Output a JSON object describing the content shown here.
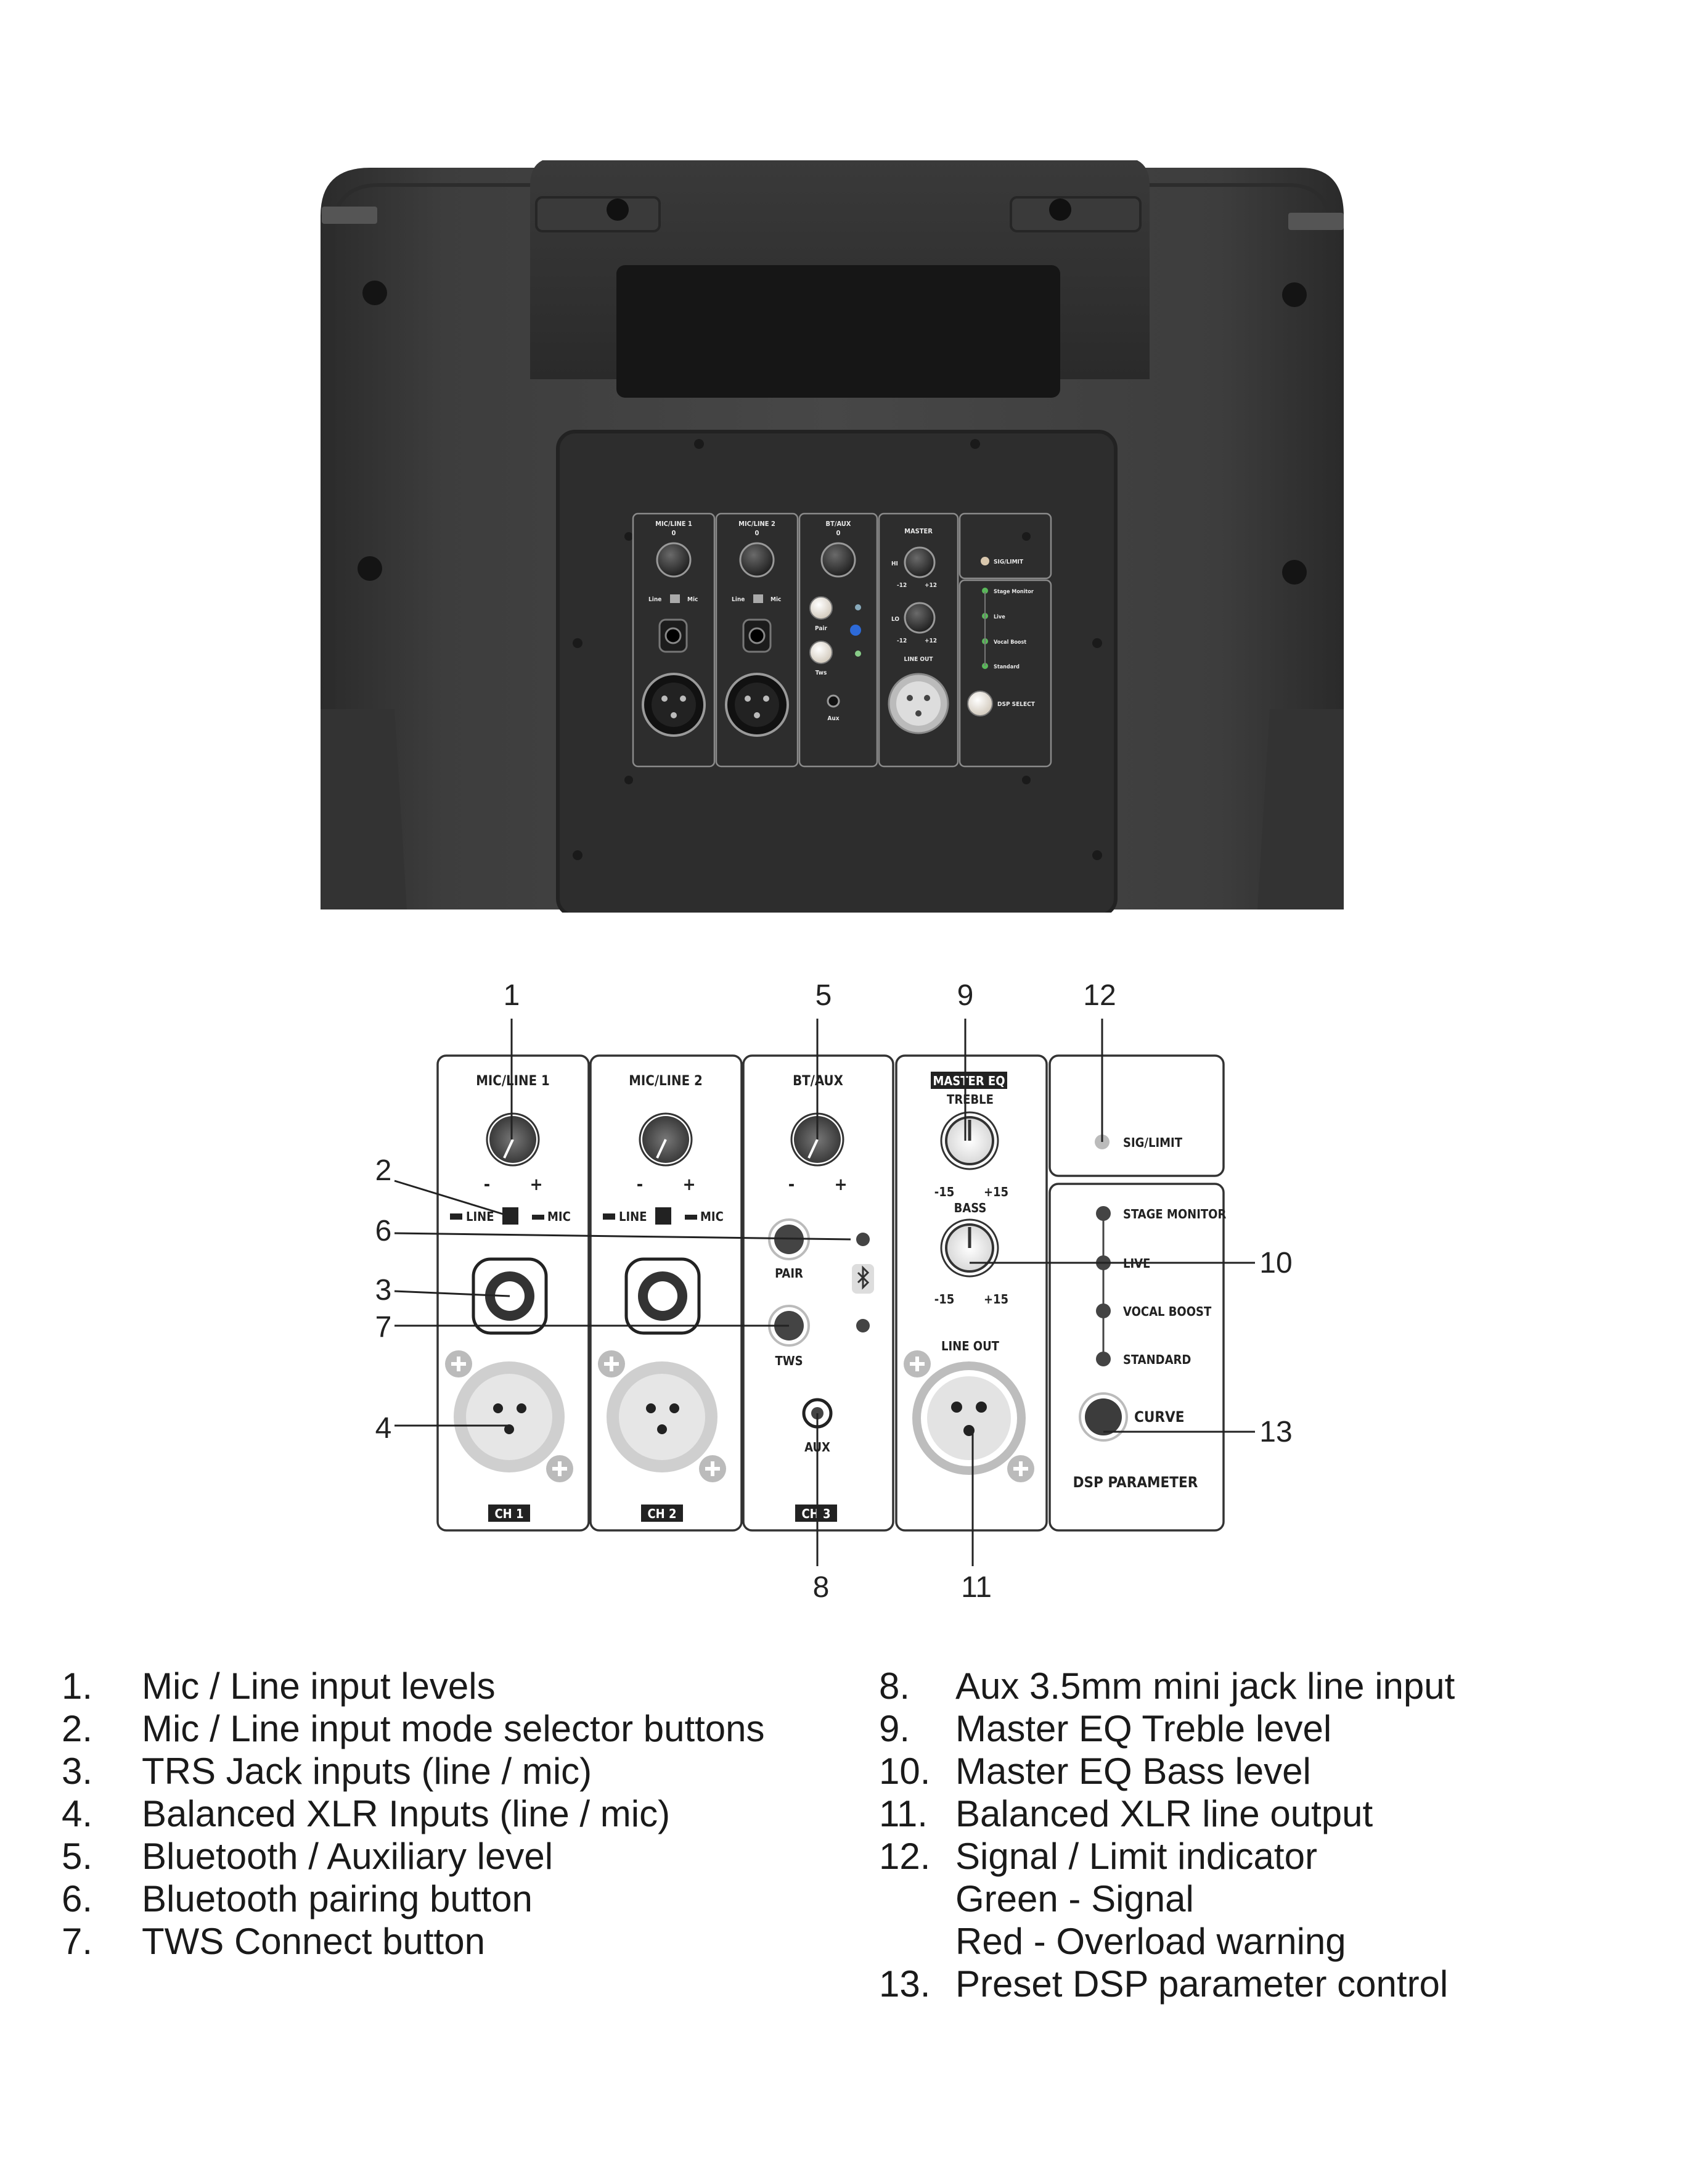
{
  "photo_panel": {
    "ch1": {
      "title": "MIC/LINE 1",
      "zero": "0",
      "sw_line": "Line",
      "sw_mic": "Mic"
    },
    "ch2": {
      "title": "MIC/LINE 2",
      "zero": "0",
      "sw_line": "Line",
      "sw_mic": "Mic"
    },
    "ch3": {
      "title": "BT/AUX",
      "zero": "0",
      "pair": "Pair",
      "tws": "Tws",
      "aux": "Aux"
    },
    "master": {
      "title": "MASTER",
      "hi": "HI",
      "lo": "LO",
      "min": "-12",
      "max": "+12",
      "lineout": "LINE OUT"
    },
    "sig": {
      "label": "SIG/LIMIT"
    },
    "dsp": {
      "modes": [
        "Stage Monitor",
        "Live",
        "Vocal Boost",
        "Standard"
      ],
      "select": "DSP SELECT"
    }
  },
  "diagram": {
    "ch1": {
      "title": "MIC/LINE 1",
      "minus": "-",
      "plus": "+",
      "line": "LINE",
      "mic": "MIC",
      "footer": "CH 1"
    },
    "ch2": {
      "title": "MIC/LINE 2",
      "minus": "-",
      "plus": "+",
      "line": "LINE",
      "mic": "MIC",
      "footer": "CH 2"
    },
    "ch3": {
      "title": "BT/AUX",
      "minus": "-",
      "plus": "+",
      "pair": "PAIR",
      "tws": "TWS",
      "aux": "AUX",
      "footer": "CH 3"
    },
    "master": {
      "title": "MASTER EQ",
      "treble": "TREBLE",
      "bass": "BASS",
      "min": "-15",
      "max": "+15",
      "lineout": "LINE OUT"
    },
    "sig": {
      "label": "SIG/LIMIT"
    },
    "dsp": {
      "modes": [
        "STAGE MONITOR",
        "LIVE",
        "VOCAL BOOST",
        "STANDARD"
      ],
      "curve": "CURVE",
      "footer": "DSP PARAMETER"
    },
    "callouts": [
      "1",
      "2",
      "3",
      "4",
      "5",
      "6",
      "7",
      "8",
      "9",
      "10",
      "11",
      "12",
      "13"
    ]
  },
  "legend": {
    "left": [
      {
        "num": "1.",
        "text": "Mic / Line input levels"
      },
      {
        "num": "2.",
        "text": "Mic / Line input mode selector buttons"
      },
      {
        "num": "3.",
        "text": "TRS Jack inputs (line / mic)"
      },
      {
        "num": "4.",
        "text": "Balanced XLR Inputs (line / mic)"
      },
      {
        "num": "5.",
        "text": "Bluetooth / Auxiliary level"
      },
      {
        "num": "6.",
        "text": "Bluetooth pairing button"
      },
      {
        "num": "7.",
        "text": "TWS Connect button"
      }
    ],
    "right": [
      {
        "num": "8.",
        "text": "Aux 3.5mm mini jack line input"
      },
      {
        "num": "9.",
        "text": "Master EQ Treble level"
      },
      {
        "num": "10.",
        "text": "Master EQ Bass level"
      },
      {
        "num": "11.",
        "text": "Balanced XLR line output"
      },
      {
        "num": "12.",
        "text": "Signal / Limit indicator"
      },
      {
        "num": "13.",
        "text": "Preset DSP parameter control"
      }
    ],
    "sig_green": "Green - Signal",
    "sig_red": "Red - Overload warning"
  }
}
